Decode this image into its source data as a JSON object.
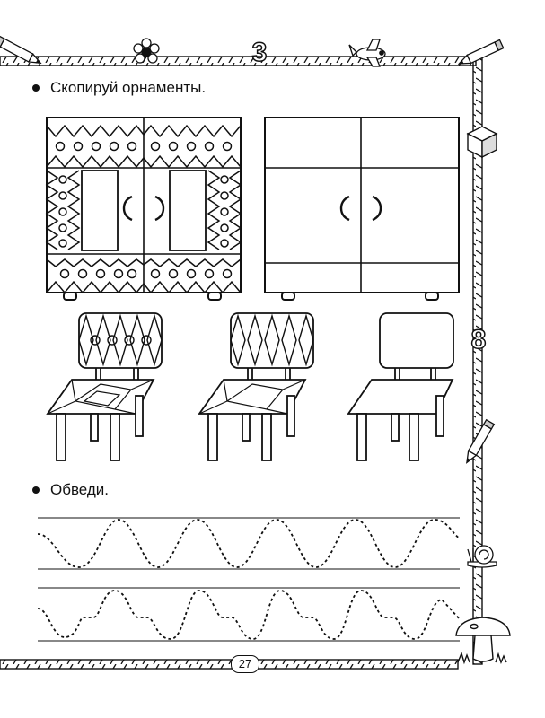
{
  "tasks": {
    "copy_ornaments": "Скопируй орнаменты.",
    "trace": "Обведи."
  },
  "page_number": "27",
  "border_decorations": {
    "top": [
      "pencil-icon",
      "flower-icon",
      "digit-3-icon",
      "airplane-icon",
      "pencil-icon"
    ],
    "right": [
      "cube-icon",
      "digit-8-icon",
      "pencil-icon",
      "snail-icon",
      "mushroom-icon"
    ]
  }
}
